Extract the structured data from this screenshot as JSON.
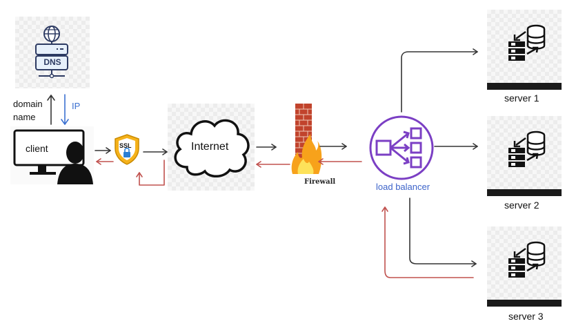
{
  "dns": {
    "label": "DNS"
  },
  "client": {
    "label": "client"
  },
  "query": {
    "domain_label": "domain",
    "name_label": "name",
    "ip_label": "IP"
  },
  "ssl": {
    "label": "SSL"
  },
  "internet": {
    "label": "Internet"
  },
  "firewall": {
    "label": "Firewall"
  },
  "load_balancer": {
    "label": "load balancer"
  },
  "servers": [
    {
      "label": "server 1"
    },
    {
      "label": "server 2"
    },
    {
      "label": "server 3"
    }
  ],
  "colors": {
    "request": "#333333",
    "response": "#c0504d",
    "ip": "#3a6fd0",
    "balancer": "#7b3fc4"
  }
}
